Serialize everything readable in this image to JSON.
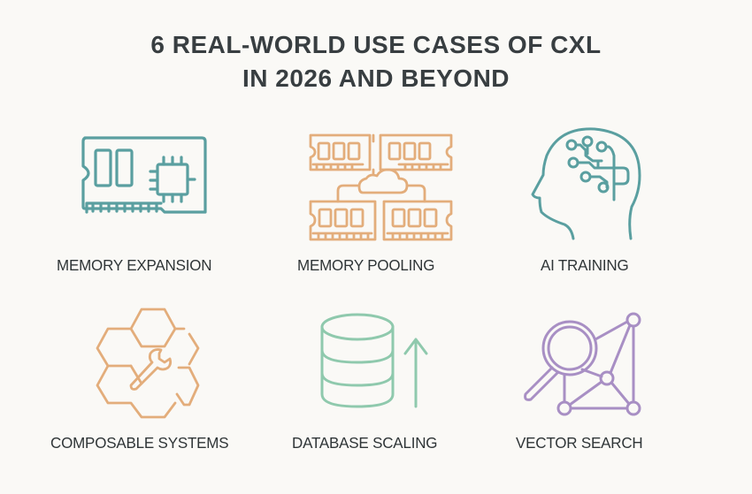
{
  "title": {
    "line1": "6 REAL-WORLD USE CASES OF CXL",
    "line2": "IN 2026 AND BEYOND"
  },
  "colors": {
    "background": "#faf9f6",
    "title_text": "#383e41",
    "teal": "#5a9fa0",
    "orange": "#e3ad7b",
    "green": "#8fc9ad",
    "purple": "#a88fc4"
  },
  "use_cases": [
    {
      "label": "MEMORY EXPANSION",
      "icon": "memory-module-chip-icon",
      "color": "teal"
    },
    {
      "label": "MEMORY POOLING",
      "icon": "memory-pool-cloud-icon",
      "color": "orange"
    },
    {
      "label": "AI TRAINING",
      "icon": "ai-brain-head-icon",
      "color": "teal"
    },
    {
      "label": "COMPOSABLE SYSTEMS",
      "icon": "hexagon-wrench-icon",
      "color": "orange"
    },
    {
      "label": "DATABASE SCALING",
      "icon": "database-arrow-up-icon",
      "color": "green"
    },
    {
      "label": "VECTOR SEARCH",
      "icon": "magnifier-graph-icon",
      "color": "purple"
    }
  ]
}
